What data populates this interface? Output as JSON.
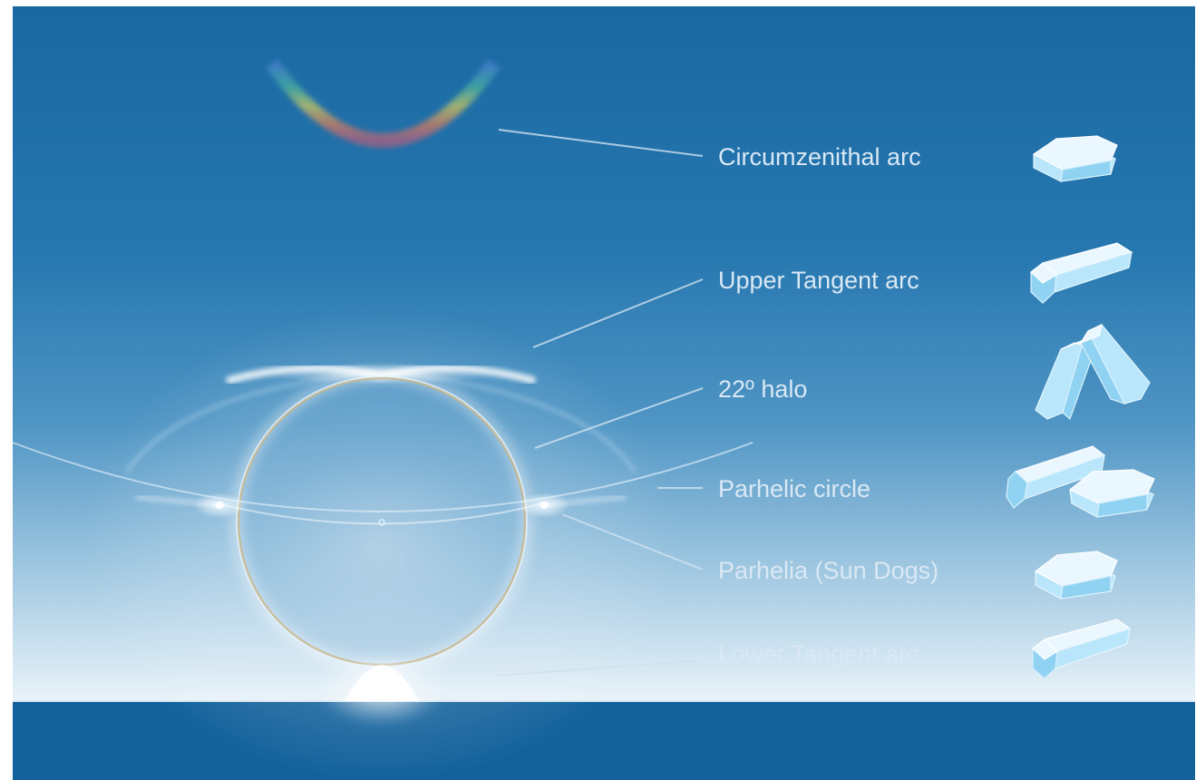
{
  "diagram": {
    "labels": [
      {
        "id": "circumzenithal",
        "text": "Circumzenithal arc"
      },
      {
        "id": "upper-tangent",
        "text": "Upper Tangent arc"
      },
      {
        "id": "halo-22",
        "text": "22º halo"
      },
      {
        "id": "parhelic-circle",
        "text": "Parhelic circle"
      },
      {
        "id": "parhelia",
        "text": "Parhelia (Sun Dogs)"
      },
      {
        "id": "lower-tangent",
        "text": "Lower Tangent arc"
      }
    ]
  },
  "colors": {
    "sky_top": "#1b6aa3",
    "sky_bottom": "#e8f2f8",
    "ground": "#14629c",
    "label": "#d9e8f4",
    "crystal": "#b9e6fb"
  }
}
